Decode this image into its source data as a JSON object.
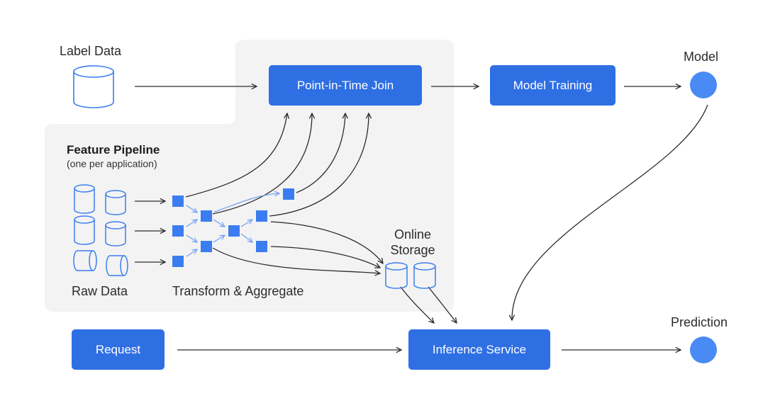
{
  "labels": {
    "label_data": "Label Data",
    "model": "Model",
    "prediction": "Prediction",
    "feature_pipeline_title": "Feature Pipeline",
    "feature_pipeline_sub": "(one per application)",
    "raw_data": "Raw Data",
    "transform_aggregate": "Transform & Aggregate",
    "online_storage_line1": "Online",
    "online_storage_line2": "Storage"
  },
  "boxes": {
    "point_in_time_join": "Point-in-Time Join",
    "model_training": "Model Training",
    "request": "Request",
    "inference_service": "Inference Service"
  },
  "colors": {
    "primary_blue": "#2f6fe4",
    "node_blue": "#3b7df0",
    "circle_blue": "#4a8af4",
    "panel_gray": "#f3f3f3",
    "arrow_dark": "#2b2b2b",
    "arrow_light_blue": "#6fa1f5"
  }
}
